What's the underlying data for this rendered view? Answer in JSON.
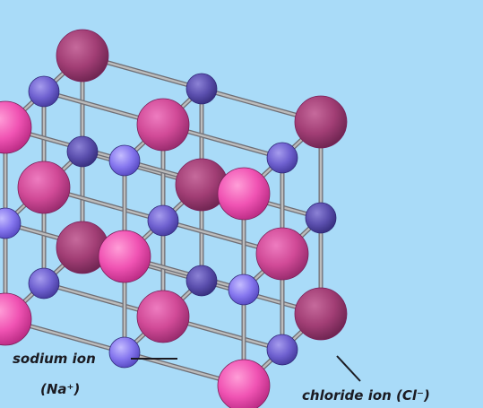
{
  "labels": {
    "sodium_name": "sodium ion",
    "sodium_symbol": "(Na⁺)",
    "chloride": "chloride ion (Cl⁻)"
  },
  "colors": {
    "background": "#a9dbf8",
    "sodium": "#f053b3",
    "chloride": "#8677ef",
    "bond": "#bcbcbc",
    "leader_line": "#1b1b22"
  }
}
